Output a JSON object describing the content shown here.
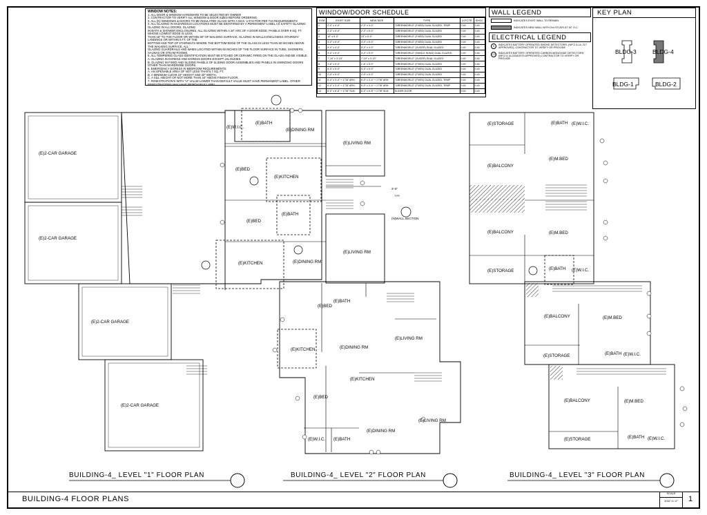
{
  "window_notes": {
    "heading": "WINDOW NOTES:",
    "lines": [
      "1. ALL DOOR & WINDOW HARDWARE TO BE SELECTED BY OWNER",
      "2. CONTRACTOR TO VERIFY ALL WINDOW & DOOR SIZES BEFORE ORDERING.",
      "3. ALL (N) WINDOWS & DOORS TO BE INSULATED GLASS WITH A MAX. U-FACTOR PER T24 REQUIREMENTS",
      "4. ALL GLAZING IN HAZARDOUS LOCATIONS MUST BE IDENTIFIED BY A PERMANENT LABEL AS SAFETY GLAZING: GLAZING IN ALL DOORS, GLAZING",
      "   IN BATH & SHOWER ENCLOSURES, ALL GLAZING WITHIN A 24\" ARC OF A DOOR EDGE, PANELS OVER 9 SQ. FT. WHOSE LOWEST EDGE IS LESS",
      "   THAN 18\" TO THE FLOOR OR WITHIN 36\" OF WALKING SURFACE, GLAZING IN WALLS ENCLOSING STAIRWAY LANDINGS OR WITHIN 5 FT. OF THE",
      "   BOTTOM AND TOP OF STAIRWAYS WHERE THE BOTTOM EDGE OF THE GLASS IS LESS THAN 60 INCHES ABOVE THE WALKING SURFACE, ALL",
      "   GLAZING GUARDRAILS AND WHEN LOCATED WITHIN 60 INCHES OF THE FLOOR SURFACE IN TUBS, SHOWERS, SAUNAS OR STEAM ROOMS.",
      "5. ALL TEMPERED GLASS IDENTIFICATION MUST BE ETCHED OR CERAMIC FIRED ON THE GLASS AND BE VISIBLE.",
      "   A. GLAZING IN EGRESS AND EGRESS DOORS EXCEPT JALOUSIES",
      "   B. GLAZING IN FIXED AND SLIDING PANELS OF SLIDING DOOR ASSEMBLIES AND PANELS IN SWINGING DOORS OTHER THAN WARDROBE DOORS.",
      "6. EMERGENCY EGRESS IN BEDROOM REQUIREMENTS:",
      "   A. AN OPENABLE AREA OF NOT LESS THAN 5.7 SQ. FT.",
      "   B. A MINIMUM CLEAR 24\" HEIGHT AND 20\" WIDTH.",
      "   C. A SILL HEIGHT OF NOT MORE THAN 44\" ABOVE FINISH FLOOR.",
      "7. FENESTRATION'S WITH \"U\" VALUE LOWER THAN DEFAULT VALUE MUST HAVE PERMANENT LABEL. OTHER FENESTRATIONS MAY HAVE REMOVABLE LABEL."
    ]
  },
  "schedule": {
    "title": "WINDOW/DOOR SCHEDULE",
    "headers": [
      "SYM",
      "EXIST SIZE",
      "NEW SIZE",
      "TYPE",
      "U-FCTR",
      "SHGC"
    ],
    "rows": [
      [
        "1",
        "2'-0\" x 4'-0\"",
        "2'-0\" x 4'-0\"",
        "\"GREENWORLD\" (FIXED) DUAL GLAZED, TEMP",
        "0.40",
        "0.40"
      ],
      [
        "2",
        "2'-0\" x 5'-0\"",
        "2'-0\" x 5'-0\"",
        "\"GREENWORLD\" (FIXED) DUAL GLAZED",
        "0.40",
        "0.40"
      ],
      [
        "3",
        "10\" x 5'-0\"",
        "10\" x 5'-0\"",
        "\"GREENWORLD\" (FIXED) DUAL GLAZED",
        "0.40",
        "0.40"
      ],
      [
        "4",
        "3'-0\" x 5'-0\"",
        "3'-0\" x 5'-0\"",
        "\"GREENWORLD\" (FIXED) DUAL GLAZED",
        "0.40",
        "0.40"
      ],
      [
        "5",
        "5'-0\" x 4'-0\"",
        "5'-0\" x 4'-0\"",
        "\"GREENWORLD\" (SLIDER) DUAL GLAZED",
        "0.40",
        "0.40"
      ],
      [
        "6",
        "3'-0\" x 5'-0\"",
        "3'-0\" x 5'-0\"",
        "\"GREENWORLD\" (SINGLE HUNG) DUAL GLAZED",
        "0.40",
        "0.40"
      ],
      [
        "7",
        "7'-10\" x 3'-10\"",
        "7'-10\" x 3'-10\"",
        "\"GREENWORLD\" (SLIDER) DUAL GLAZED",
        "0.40",
        "0.40"
      ],
      [
        "8",
        "1'-6\" x 5'-0\"",
        "1'-6\" x 5'-0\"",
        "\"GREENWORLD\" (FIXED) DUAL GLAZED",
        "0.40",
        "0.40"
      ],
      [
        "9",
        "5'-0\" x 5'-0\"",
        "5'-0\" x 5'-0\"",
        "\"GREENWORLD\" (FIXED) DUAL GLAZED",
        "0.40",
        "0.40"
      ],
      [
        "10",
        "2'-0\" x 5'-0\"",
        "2'-0\" x 5'-0\"",
        "\"GREENWORLD\" (FIXED) DUAL GLAZED",
        "0.40",
        "0.40"
      ],
      [
        "11",
        "6'-0\" x 3'-4\" + 1'7/8\" ARH.",
        "6'-0\" x 3'-4\" + 1'7/8\" ARH.",
        "\"GREENWORLD\" (FIXED) DUAL GLAZED, TEMP",
        "0.40",
        "0.40"
      ],
      [
        "12",
        "6'-0\" x 3'-4\" + 1'7/8\" ARH.",
        "6'-0\" x 3'-4\" + 1'7/8\" ARH.",
        "\"GREENWORLD\" (FIXED) DUAL GLAZED, TEMP",
        "0.40",
        "0.40"
      ],
      [
        "13",
        "6'-0\" x 6'-8\" + 1'7/8\" SLM.",
        "6'-0\" x 6'-8\" + 1'7/8\" SLM.",
        "SLIDER DOOR",
        "0.40",
        "0.40"
      ]
    ]
  },
  "wall_legend": {
    "title": "WALL LEGEND",
    "items": [
      "INDICATES EXIST WALL TO REMAIN",
      "INDICATES NEW WALL WITH 2x4 STUDS AT 16\" O.C."
    ]
  },
  "electrical_legend": {
    "title": "ELECTRICAL LEGEND",
    "items": [
      {
        "sym": "S",
        "text": "INDICATES BATTERY OPERATED SMOKE DETECTORS: (NFCI & UL 217 APPROVED), CONTRACTOR TO VERIFY OR PROVIDE"
      },
      {
        "sym": "CO",
        "text": "INDICATES BATTERY OPERATED CARBON MONOXIDE DETECTORS: (NFCI & UL2034/2075 APPROVED) CONTRACTOR TO VERIFY OR PROVIDE"
      }
    ]
  },
  "key_plan": {
    "title": "KEY PLAN",
    "buildings": [
      "BLDG-3",
      "BLDG-4",
      "BLDG-1",
      "BLDG-2"
    ]
  },
  "plans": {
    "level1": {
      "title": "BUILDING-4_ LEVEL \"1\" FLOOR PLAN",
      "rooms": [
        "(E)2-CAR GARAGE",
        "(E)2-CAR GARAGE",
        "(E)2-CAR GARAGE",
        "(E)2-CAR GARAGE",
        "(E)W.I.C.",
        "(E)BATH",
        "(E)DINING RM",
        "(E)LIVING RM",
        "(E)BED",
        "(E)KITCHEN",
        "(E)BATH",
        "(E)BED",
        "(E)KITCHEN",
        "(E)DINING RM",
        "(E)LIVING RM",
        "(N)WALL SECTION",
        "3'-0\"",
        "TYP."
      ]
    },
    "level2": {
      "title": "BUILDING-4_ LEVEL \"2\" FLOOR PLAN",
      "rooms": [
        "(E)BED",
        "(E)BATH",
        "(E)KITCHEN",
        "(E)DINING RM",
        "(E)LIVING RM",
        "(E)KITCHEN",
        "(E)BED",
        "(E)DINING RM",
        "(E)LIVING RM",
        "(E)W.I.C.",
        "(E)BATH"
      ]
    },
    "level3": {
      "title": "BUILDING-4_ LEVEL \"3\" FLOOR PLAN",
      "rooms": [
        "(E)STORAGE",
        "(E)BATH",
        "(E)W.I.C.",
        "(E)BALCONY",
        "(E)M.BED",
        "(E)BALCONY",
        "(E)M.BED",
        "(E)STORAGE",
        "(E)BATH",
        "(E)W.I.C.",
        "(E)BALCONY",
        "(E)M.BED",
        "(E)STORAGE",
        "(E)BATH",
        "(E)W.I.C.",
        "(E)BALCONY",
        "(E)M.BED",
        "(E)STORAGE",
        "(E)BATH",
        "(E)W.I.C."
      ]
    }
  },
  "footer": {
    "sheet_title": "BUILDING-4   FLOOR PLANS",
    "scale_label": "SCALE",
    "scale_value": "3/16\"=1'-0\"",
    "sheet_number": "1"
  }
}
